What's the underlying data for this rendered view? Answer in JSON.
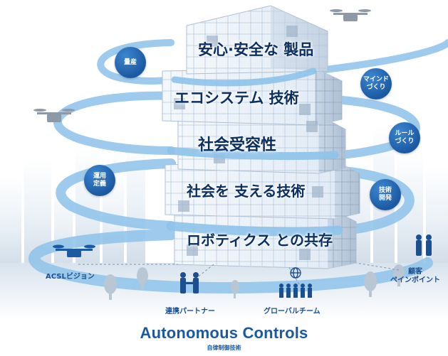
{
  "tiers": [
    {
      "label": "安心·安全な 製品"
    },
    {
      "label": "エコシステム 技術"
    },
    {
      "label": "社会受容性"
    },
    {
      "label": "社会を 支える技術"
    },
    {
      "label": "ロボティクス との共存"
    }
  ],
  "bubbles": {
    "mass_production": "量産",
    "mindset": "マインド\nづくり",
    "rules": "ルール\nづくり",
    "operation_definition": "運用\n定義",
    "tech_development": "技術\n開発"
  },
  "captions": {
    "vision": "ACSLビジョン",
    "partners": "連携パートナー",
    "global_team": "グローバルチーム",
    "customer_pain": "顧客\nペインポイント"
  },
  "brand": {
    "name": "Autonomous Controls",
    "subtitle": "自律制御技術"
  },
  "colors": {
    "accent": "#1b5aa3",
    "spiral": "#8ec3ea",
    "cube_light": "#eef5fc",
    "cube_dark": "#9fb3c9"
  },
  "icons": [
    "drone-icon",
    "globe-icon",
    "handshake-icon",
    "team-icon",
    "people-icon",
    "tree-icon"
  ]
}
